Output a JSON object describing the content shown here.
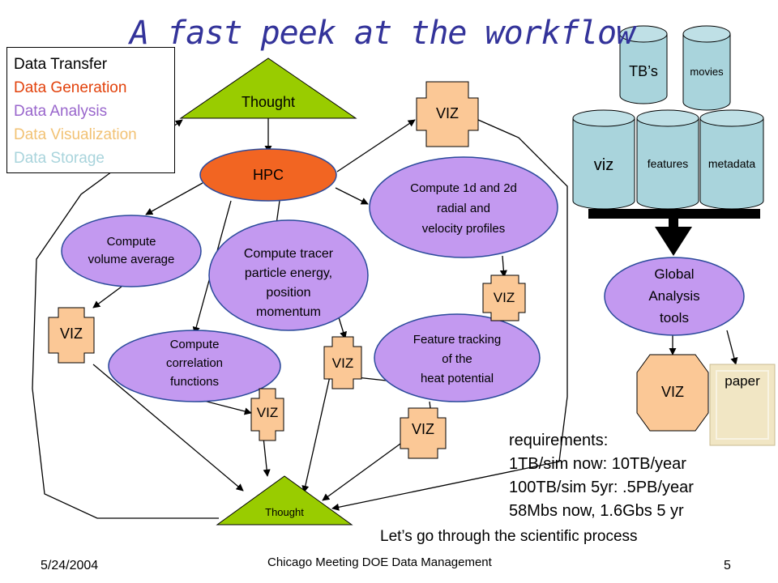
{
  "slide": {
    "title": "A fast peek at the workflow",
    "date": "5/24/2004",
    "footer": "Chicago Meeting DOE Data Management",
    "page_number": "5"
  },
  "legend": {
    "items": [
      {
        "label": "Data Transfer",
        "color": "#000000"
      },
      {
        "label": "Data Generation",
        "color": "#e2420c"
      },
      {
        "label": "Data Analysis",
        "color": "#9966cc"
      },
      {
        "label": "Data Visualization",
        "color": "#f2c274"
      },
      {
        "label": "Data Storage",
        "color": "#a9d4dc"
      }
    ]
  },
  "nodes": {
    "thought_top": "Thought",
    "thought_bottom": "Thought",
    "hpc": "HPC",
    "volume_average": "Compute\nvolume average",
    "tracer": "Compute tracer\nparticle energy,\nposition\nmomentum",
    "correlation": "Compute\ncorrelation\nfunctions",
    "profiles": "Compute 1d and 2d\nradial and\nvelocity profiles",
    "feature_tracking": "Feature tracking\nof the\nheat potential",
    "global_analysis": "Global\nAnalysis\ntools",
    "viz_label": "VIZ",
    "paper": "paper"
  },
  "storage": {
    "tbs": "TB’s",
    "movies": "movies",
    "viz": "viz",
    "features": "features",
    "metadata": "metadata"
  },
  "requirements": {
    "heading": "requirements:",
    "lines": [
      "1TB/sim now: 10TB/year",
      "100TB/sim 5yr: .5PB/year",
      "58Mbs now, 1.6Gbs 5 yr"
    ]
  },
  "note": "Let’s go through the scientific process",
  "colors": {
    "thought": "#99cc00",
    "hpc": "#f26522",
    "analysis": "#c399f0",
    "viz": "#fbc896",
    "storage": "#a9d4dc",
    "paper": "#f1e6c4"
  }
}
